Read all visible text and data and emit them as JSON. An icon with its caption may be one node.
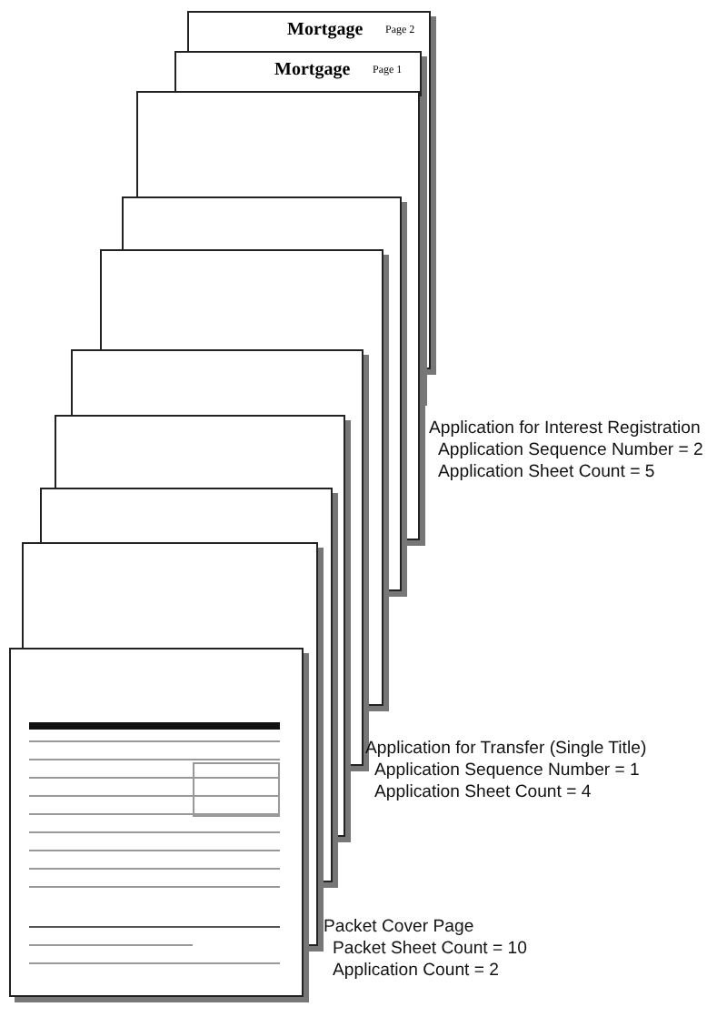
{
  "diagram": {
    "nodes": [
      {
        "text": [
          "Mortgage",
          "Page 2"
        ]
      },
      {
        "text": [
          "Mortgage",
          "Page 1"
        ]
      },
      {
        "text": [],
        "shape": "box"
      },
      {
        "text": [],
        "shape": "box"
      },
      {
        "text": [],
        "shape": "box"
      },
      {
        "text": [],
        "shape": "box"
      },
      {
        "text": [],
        "shape": "box"
      },
      {
        "text": [],
        "shape": "box"
      },
      {
        "text": [],
        "shape": "box"
      },
      {
        "text": [],
        "shape": "box"
      }
    ],
    "labels": [
      "Application for Interest Registration",
      "Application Sequence Number = 2",
      "Application Sheet Count = 5",
      "Application for Transfer (Single Title)",
      "Application Sequence Number = 1",
      "Application Sheet Count = 4",
      "Packet Cover Page",
      "Packet Sheet Count = 10",
      "Application Count = 2"
    ]
  }
}
